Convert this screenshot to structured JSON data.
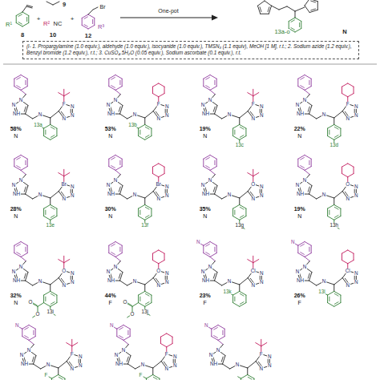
{
  "diagram": {
    "nodes": [
      {
        "text": [
          "(i- 1. Propargylamine (1.0 equiv.), aldehyde (1.0 equiv.), isocyanide (1.0 equiv.), TMSN₃ (1.1 equiv), MeOH [1 M], r.t.; 2. Sodium azide (1.2 equiv.), Benzyl bromide (1.2 equiv.), r.t.; 3. CuSO₄.5H₂O (0.05 equiv.), Sodium ascorbate (0.1 equiv.), r.t."
        ]
      }
    ],
    "labels": [
      "R¹",
      "8",
      "+",
      "9",
      "R²",
      "NC",
      "10",
      "+",
      "Br",
      "R³",
      "12",
      "One-pot",
      "13a-o",
      "N",
      "N",
      "N",
      "NH",
      "N",
      "N",
      "N",
      "N",
      "F",
      "13a",
      "58%",
      "N",
      "N",
      "N",
      "NH",
      "N",
      "N",
      "N",
      "N",
      "F",
      "13b",
      "53%",
      "N",
      "N",
      "N",
      "NH",
      "N",
      "N",
      "N",
      "N",
      "F",
      "13c",
      "19%",
      "N",
      "N",
      "N",
      "NH",
      "N",
      "N",
      "N",
      "N",
      "F",
      "13d",
      "22%",
      "N",
      "N",
      "N",
      "NH",
      "N",
      "N",
      "N",
      "N",
      "Br",
      "13e",
      "28%",
      "N",
      "N",
      "N",
      "NH",
      "N",
      "N",
      "N",
      "N",
      "Br",
      "13f",
      "30%",
      "N",
      "N",
      "N",
      "NH",
      "N",
      "N",
      "N",
      "N",
      "O",
      "13g",
      "35%",
      "N",
      "N",
      "N",
      "NH",
      "N",
      "N",
      "N",
      "N",
      "O",
      "13h",
      "19%",
      "N",
      "N",
      "N",
      "NH",
      "N",
      "N",
      "N",
      "N",
      "O",
      "O",
      "O",
      "13i",
      "32%",
      "N",
      "N",
      "N",
      "NH",
      "N",
      "N",
      "N",
      "N",
      "O",
      "O",
      "O",
      "13j",
      "44%",
      "F",
      "N",
      "N",
      "N",
      "NH",
      "N",
      "N",
      "N",
      "N",
      "Cl",
      "13k",
      "23%",
      "F",
      "N",
      "N",
      "N",
      "NH",
      "N",
      "N",
      "N",
      "N",
      "Cl",
      "13l",
      "26%",
      "F",
      "N",
      "N",
      "N",
      "NH",
      "N",
      "N",
      "N",
      "N",
      "F",
      "F",
      "N",
      "N",
      "N",
      "NH",
      "N",
      "N",
      "N",
      "N",
      "F",
      "F",
      "N",
      "N",
      "N",
      "NH",
      "N",
      "N",
      "N",
      "N",
      "F"
    ]
  }
}
